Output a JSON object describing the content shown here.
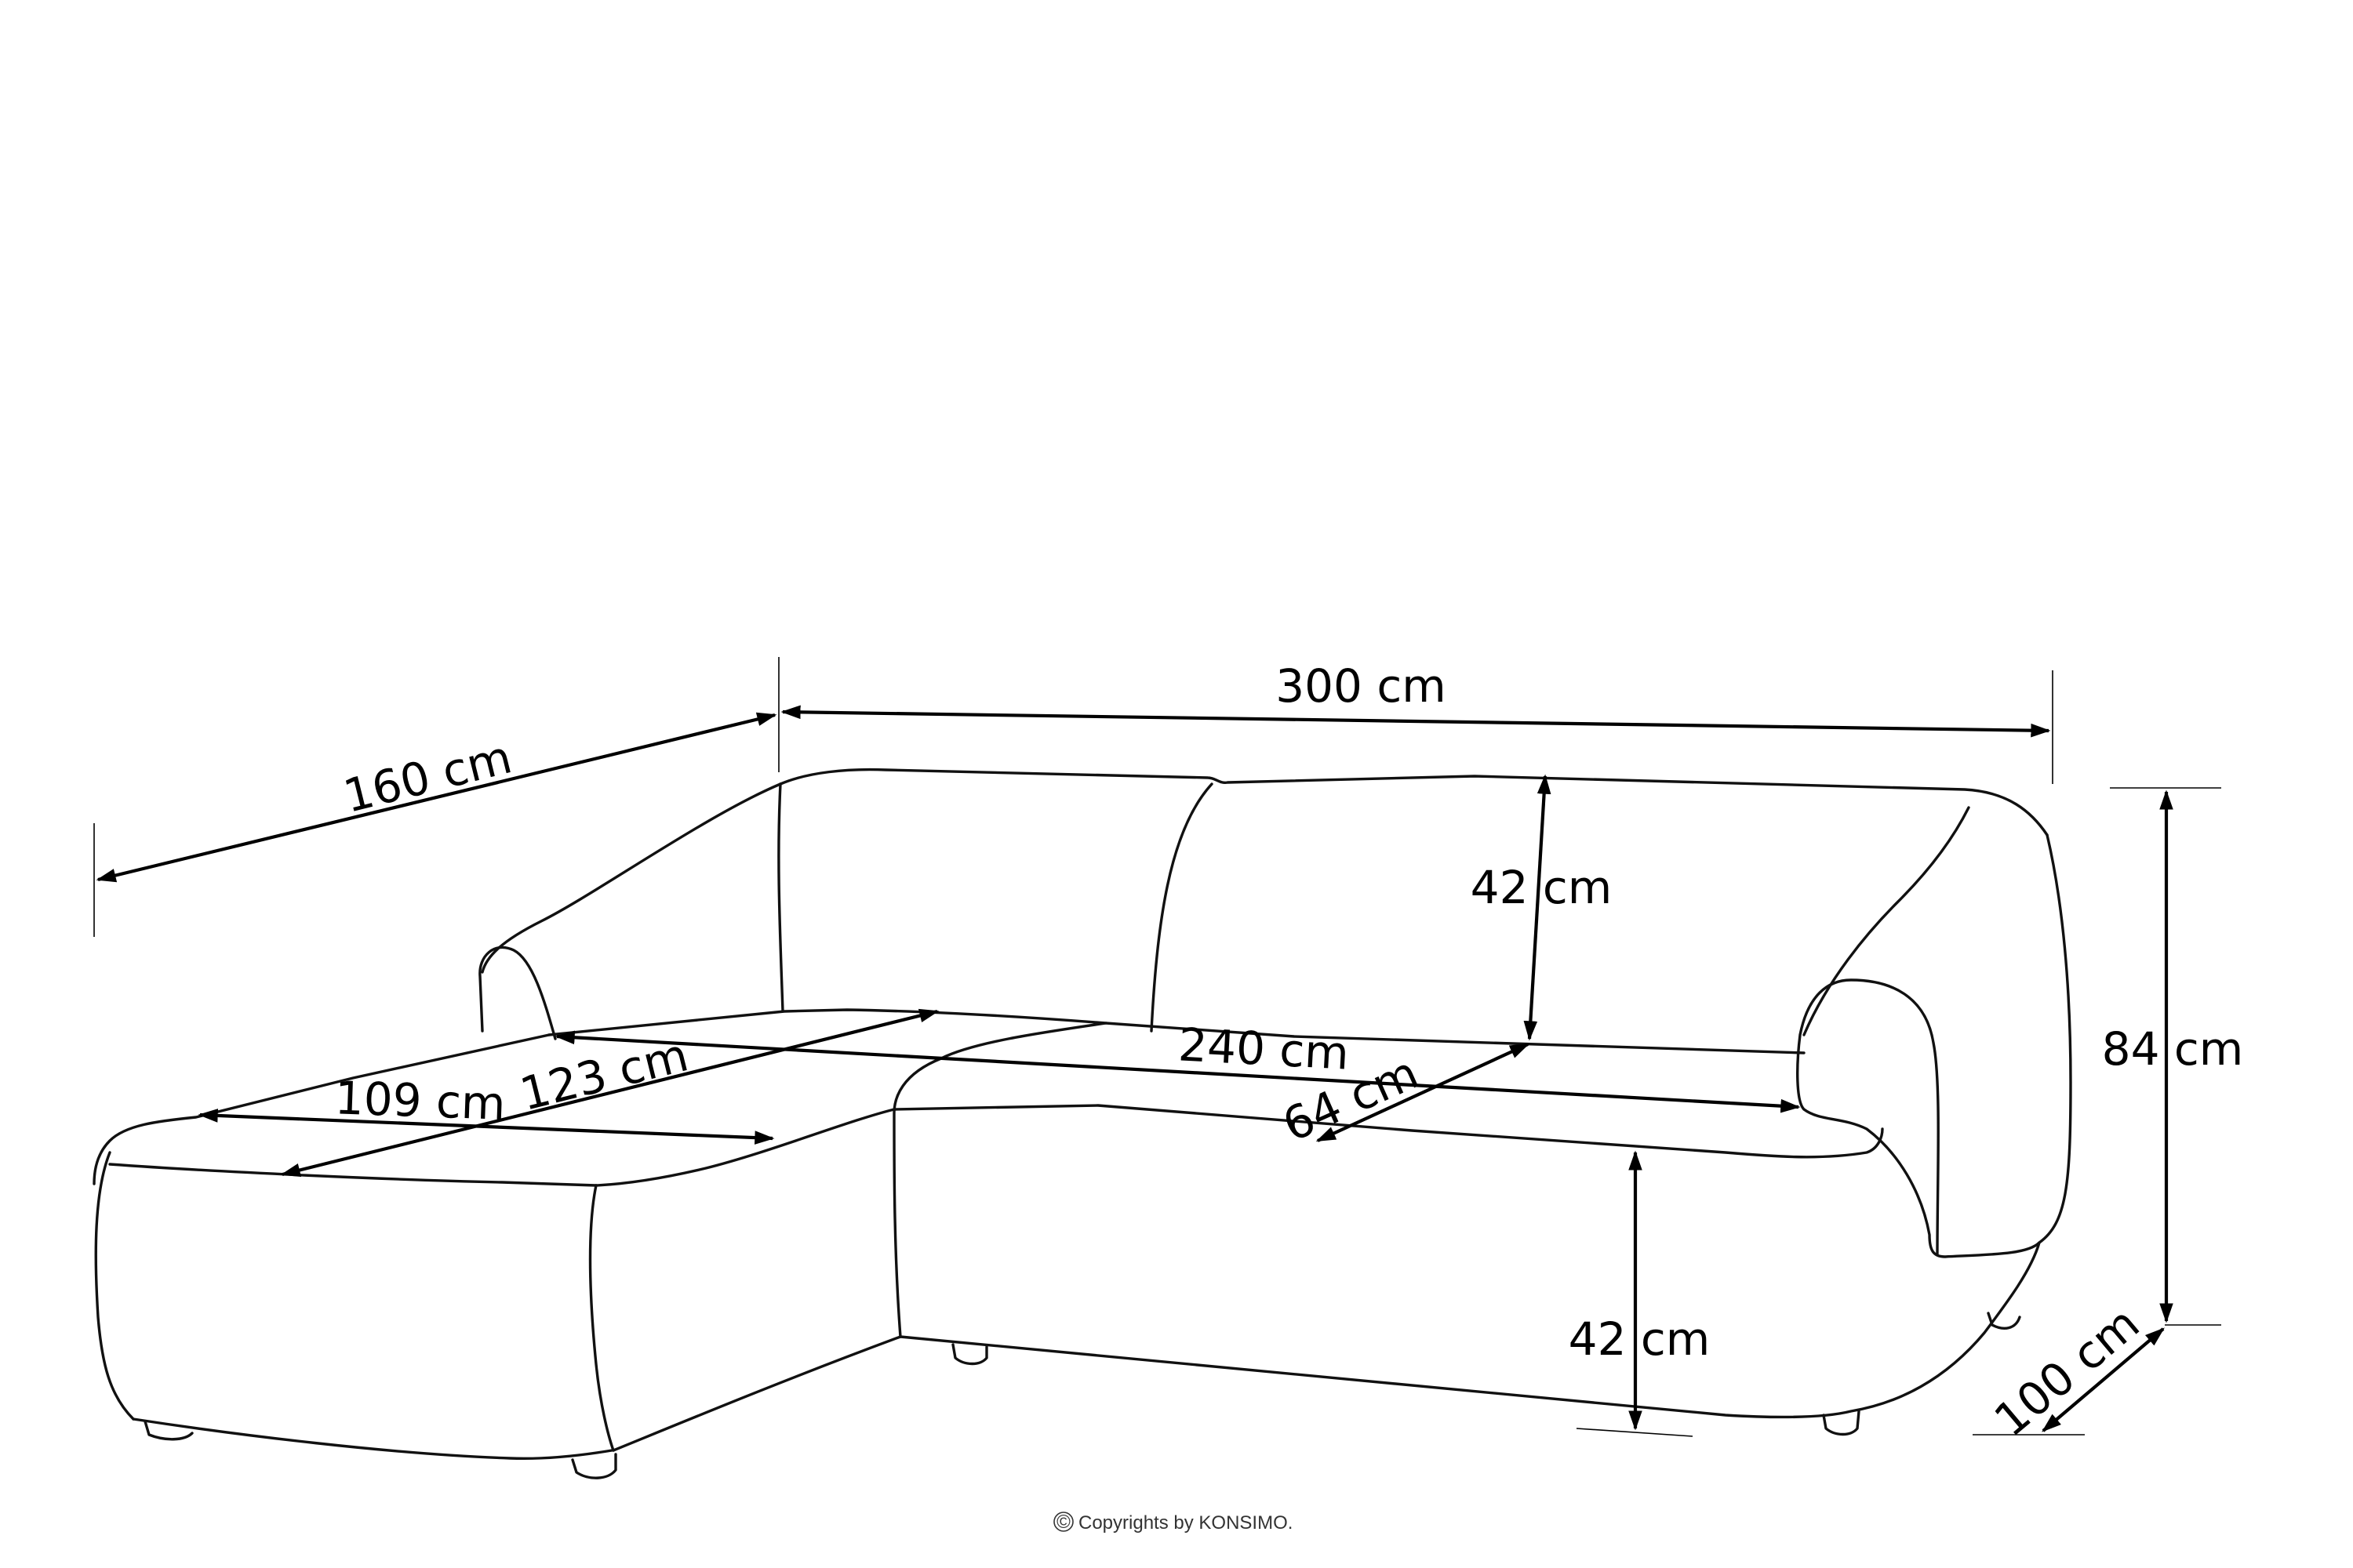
{
  "dimensions": {
    "total_width": "300 cm",
    "chaise_length": "160 cm",
    "back_height": "42 cm",
    "seat_width": "240 cm",
    "seat_depth": "64 cm",
    "chaise_width": "109 cm",
    "chaise_depth": "123 cm",
    "total_height": "84 cm",
    "seat_height": "42 cm",
    "total_depth": "100 cm"
  },
  "footer": {
    "copyright_symbol": "©",
    "copyright_text": "Copyrights by KONSIMO."
  },
  "colors": {
    "line": "#111111",
    "background": "#ffffff"
  }
}
